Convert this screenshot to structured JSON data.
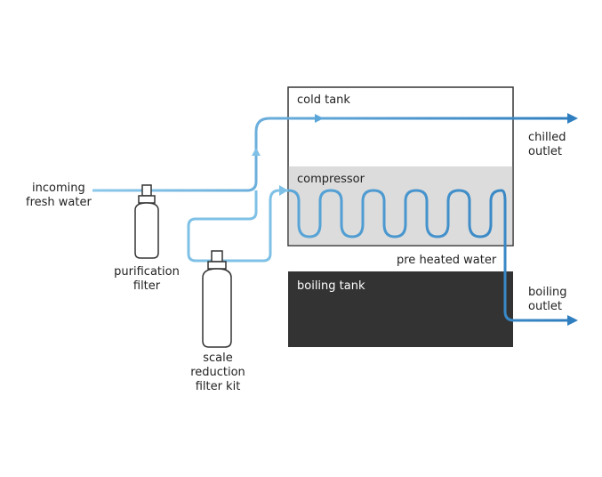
{
  "labels": {
    "incoming_line1": "incoming",
    "incoming_line2": "fresh water",
    "purification_line1": "purification",
    "purification_line2": "filter",
    "scale_line1": "scale",
    "scale_line2": "reduction",
    "scale_line3": "filter kit",
    "cold_tank": "cold tank",
    "compressor": "compressor",
    "pre_heated": "pre heated water",
    "boiling_tank": "boiling tank",
    "chilled_line1": "chilled",
    "chilled_line2": "outlet",
    "boiling_line1": "boiling",
    "boiling_line2": "outlet"
  },
  "colors": {
    "pipe_light": "#7fc1e6",
    "pipe_dark": "#3a86c3",
    "compressor_fill": "#dcdcdc",
    "boiling_tank_fill": "#333333",
    "tank_border": "#333333",
    "filter_body": "#ffffff",
    "filter_stroke": "#333333"
  }
}
